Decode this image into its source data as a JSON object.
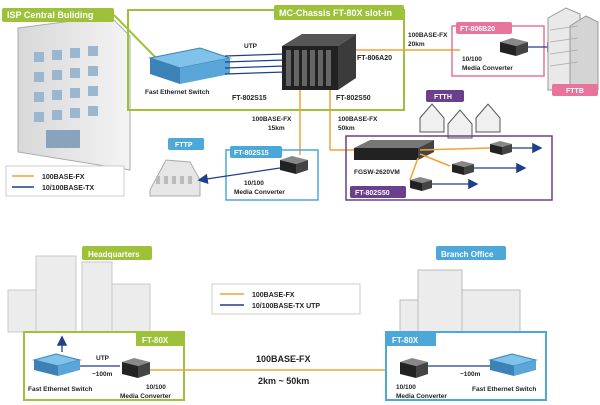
{
  "top": {
    "isp_label": "ISP Central Buliding",
    "mc_label": "MC-Chassis FT-80X slot-in",
    "utp": "UTP",
    "switch_label": "Fast Ethernet Switch",
    "chassis_model": "FT-806A20",
    "slot_left": "FT-802S15",
    "slot_right": "FT-802S50",
    "fttb": {
      "link_line1": "100BASE-FX",
      "link_line2": "20km",
      "box_label": "FT-806B20",
      "conv_line1": "10/100",
      "conv_line2": "Media Converter",
      "tag": "FTTB"
    },
    "fttp": {
      "link_line1": "100BASE-FX",
      "link_line2": "15km",
      "tag": "FTTP",
      "box_label": "FT-802S15",
      "conv_line1": "10/100",
      "conv_line2": "Media Converter"
    },
    "ftth": {
      "link_line1": "100BASE-FX",
      "link_line2": "50km",
      "tag": "FTTH",
      "switch_model": "FGSW-2620VM",
      "box_label": "FT-802S50"
    },
    "legend": {
      "fx": "100BASE-FX",
      "tx": "10/100BASE-TX"
    }
  },
  "bottom": {
    "hq_label": "Headquarters",
    "branch_label": "Branch Office",
    "legend": {
      "fx": "100BASE-FX",
      "tx": "10/100BASE-TX UTP"
    },
    "left_box": "FT-80X",
    "right_box": "FT-80X",
    "utp": "UTP",
    "distance_short_left": "~100m",
    "distance_short_right": "~100m",
    "switch_left": "Fast Ethernet Switch",
    "switch_right": "Fast Ethernet Switch",
    "conv_left_line1": "10/100",
    "conv_left_line2": "Media Converter",
    "conv_right_line1": "10/100",
    "conv_right_line2": "Media Converter",
    "link_label": "100BASE-FX",
    "link_distance": "2km ~ 50km"
  },
  "colors": {
    "green": "#9dc23a",
    "pink": "#e8739b",
    "blue": "#4ba8d8",
    "purple": "#6a3f8c",
    "fiber": "#f2a13a",
    "utp": "#1f3f8e"
  }
}
